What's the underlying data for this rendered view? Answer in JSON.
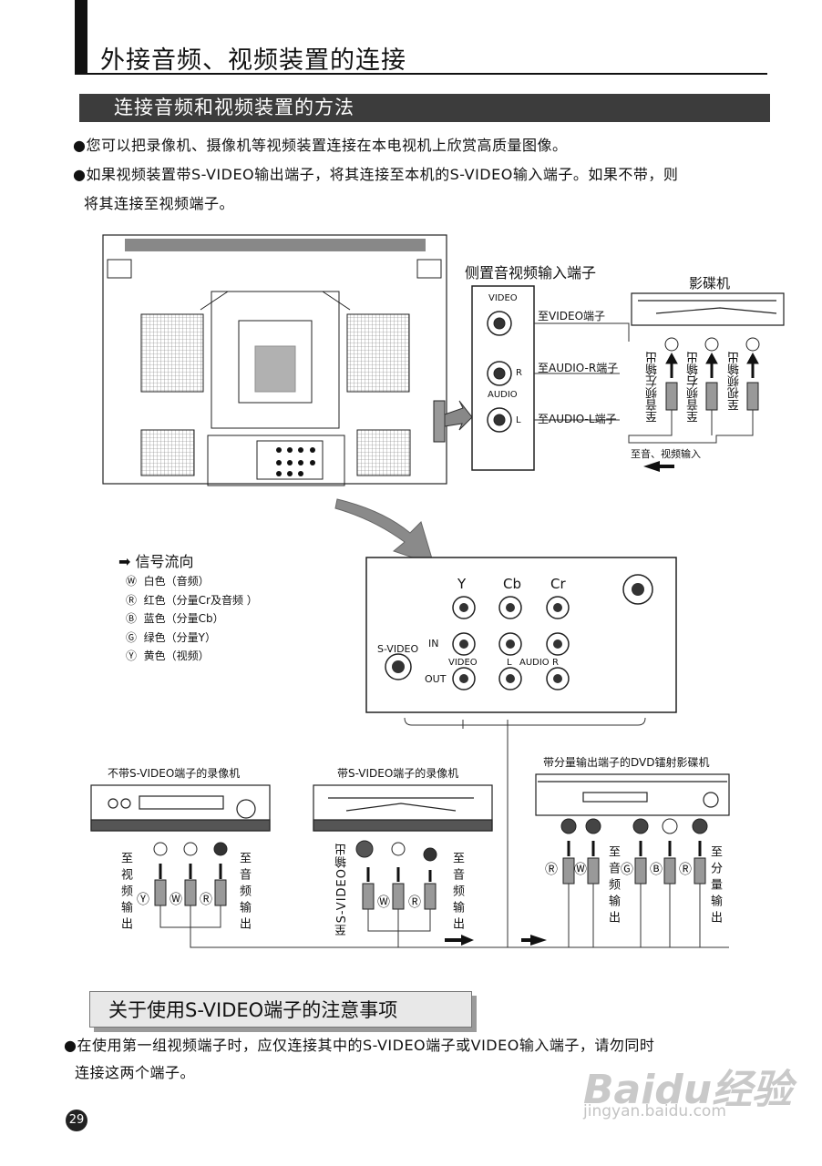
{
  "page_title": "外接音频、视频装置的连接",
  "section_title": "连接音频和视频装置的方法",
  "bullets": [
    "●您可以把录像机、摄像机等视频装置连接在本电视机上欣赏高质量图像。",
    "●如果视频装置带S-VIDEO输出端子，将其连接至本机的S-VIDEO输入端子。如果不带，则",
    "将其连接至视频端子。"
  ],
  "side_panel": {
    "title": "侧置音视频输入端子",
    "video": "VIDEO",
    "audio": "AUDIO",
    "r": "R",
    "l": "L",
    "to_video": "至VIDEO端子",
    "to_audio_r": "至AUDIO-R端子",
    "to_audio_l": "至AUDIO-L端子"
  },
  "player": {
    "title": "影碟机",
    "out_left": "至音频左输出",
    "out_right": "至音频右输出",
    "out_video": "至视频输出",
    "to_av_in": "至音、视频输入"
  },
  "legend": {
    "title": "信号流向",
    "items": [
      {
        "mark": "Ⓦ",
        "text": "白色（音频）"
      },
      {
        "mark": "Ⓡ",
        "text": "红色（分量Cr及音频 ）"
      },
      {
        "mark": "Ⓑ",
        "text": "蓝色（分量Cb）"
      },
      {
        "mark": "Ⓖ",
        "text": "绿色（分量Y）"
      },
      {
        "mark": "Ⓨ",
        "text": "黄色（视频）"
      }
    ]
  },
  "main_panel": {
    "y": "Y",
    "cb": "Cb",
    "cr": "Cr",
    "svideo": "S-VIDEO",
    "in": "IN",
    "out": "OUT",
    "video": "VIDEO",
    "l": "L",
    "audio": "AUDIO",
    "r": "R"
  },
  "devices": {
    "vcr1_title": "不带S-VIDEO端子的录像机",
    "vcr2_title": "带S-VIDEO端子的录像机",
    "dvd_title": "带分量输出端子的DVD镭射影碟机",
    "to_video_out": "至视频输出",
    "to_audio_out": "至音频输出",
    "to_svideo_out": "至S-VIDEO输出",
    "to_component_out": "至分量输出",
    "Y": "Ⓨ",
    "W": "Ⓦ",
    "R": "Ⓡ",
    "G": "Ⓖ",
    "B": "Ⓑ"
  },
  "note_title": "关于使用S-VIDEO端子的注意事项",
  "note_lines": [
    "●在使用第一组视频端子时，应仅连接其中的S-VIDEO端子或VIDEO输入端子，请勿同时",
    "连接这两个端子。"
  ],
  "page_number": "29",
  "watermark": "Baidu经验",
  "watermark_url": "jingyan.baidu.com"
}
